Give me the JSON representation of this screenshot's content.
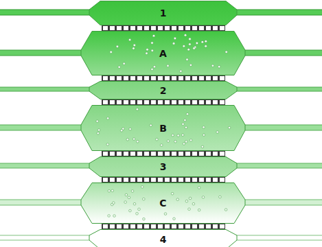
{
  "diagram": {
    "nodes": [
      {
        "text": [
          "1"
        ]
      },
      {
        "text": [
          "A"
        ]
      },
      {
        "text": [
          "2"
        ]
      },
      {
        "text": [
          "B"
        ]
      },
      {
        "text": [
          "3"
        ]
      },
      {
        "text": [
          "C"
        ]
      },
      {
        "text": [
          "4"
        ]
      }
    ]
  }
}
